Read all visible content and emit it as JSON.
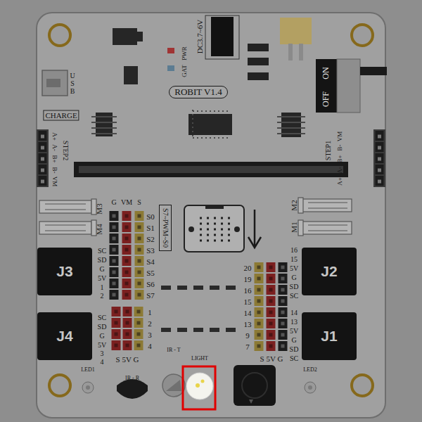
{
  "diagram": {
    "nodes": [
      {
        "text": [
          "ROBIT V1.4"
        ]
      },
      {
        "text": [
          "S7~PWM~S0"
        ]
      },
      {
        "text": [
          "J3"
        ]
      },
      {
        "text": [
          "J2"
        ]
      },
      {
        "text": [
          "J4"
        ]
      },
      {
        "text": [
          "J1"
        ]
      }
    ],
    "labels": [
      "DC3.7~6V",
      "PWR",
      "GAT",
      "USB",
      "ON",
      "OFF",
      "CHARGE",
      "STEP2",
      "A+",
      "A-",
      "B+",
      "B-",
      "VM",
      "STEP1",
      "VM",
      "B-",
      "B+",
      "A-",
      "A+",
      "M3",
      "M4",
      "M2",
      "M1",
      "G",
      "VM",
      "S",
      "S0",
      "S1",
      "S2",
      "S3",
      "S4",
      "S5",
      "S6",
      "S7",
      "SC",
      "SD",
      "G",
      "5V",
      "1",
      "2",
      "SC",
      "SD",
      "G",
      "5V",
      "3",
      "4",
      "16",
      "15",
      "5V",
      "G",
      "SD",
      "SC",
      "14",
      "13",
      "5V",
      "G",
      "SD",
      "SC",
      "20",
      "19",
      "16",
      "15",
      "14",
      "13",
      "9",
      "7",
      "1",
      "2",
      "3",
      "4",
      "S 5V G",
      "S 5V G",
      "IR - T",
      "LIGHT",
      "LED1",
      "LED2",
      "IR - R"
    ]
  }
}
